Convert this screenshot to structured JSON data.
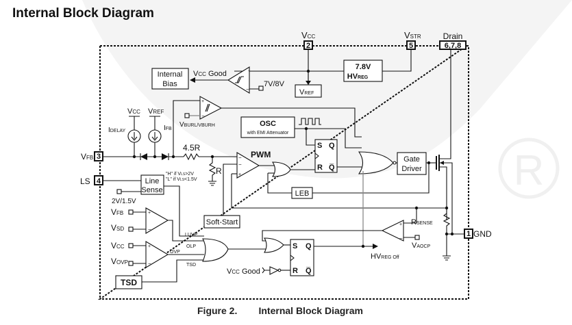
{
  "page": {
    "title": "Internal Block Diagram",
    "caption": {
      "figure": "Figure 2.",
      "text": "Internal Block Diagram"
    }
  },
  "pins": [
    {
      "name": "VCC",
      "label": "V",
      "sub": "CC",
      "number": "2"
    },
    {
      "name": "VSTR",
      "label": "V",
      "sub": "STR",
      "number": "5"
    },
    {
      "name": "Drain",
      "label": "Drain",
      "sub": "",
      "number": "6,7,8"
    },
    {
      "name": "VFB",
      "label": "V",
      "sub": "FB",
      "number": "3"
    },
    {
      "name": "LS",
      "label": "LS",
      "sub": "",
      "number": "4"
    },
    {
      "name": "GND",
      "label": "GND",
      "sub": "",
      "number": "1"
    }
  ],
  "blocks": {
    "internal_bias": [
      "Internal",
      "Bias"
    ],
    "hv_reg": {
      "value": "7.8V",
      "label": "HV",
      "sub": "REG"
    },
    "vref": {
      "label": "V",
      "sub": "REF"
    },
    "osc": {
      "title": "OSC",
      "subtitle": "with EMI Attenuator"
    },
    "gate_driver": [
      "Gate",
      "Driver"
    ],
    "line_sense": [
      "Line",
      "Sense"
    ],
    "leb": "LEB",
    "soft_start": "Soft-Start",
    "tsd": "TSD",
    "pwm": "PWM"
  },
  "labels": {
    "vcc_good": {
      "label": "V",
      "sub": "CC",
      "rest": " Good"
    },
    "uvlo_ref": "7V/8V",
    "burst_ref": {
      "label": "V",
      "sub": "BURL/VBURH"
    },
    "i_delay": {
      "label": "I",
      "sub": "DELAY"
    },
    "i_fb": {
      "label": "I",
      "sub": "FB"
    },
    "vcc_src": {
      "label": "V",
      "sub": "CC"
    },
    "vref_src": {
      "label": "V",
      "sub": "REF"
    },
    "res_45r": "4.5R",
    "res_r": "R",
    "ls_high": "\"H\" if Vₗₛ>2V",
    "ls_high_text": "\"H\" if V",
    "ls_high_sub": "LS",
    "ls_high_cond": ">2V",
    "ls_low_text": "\"L\" if V",
    "ls_low_sub": "LS",
    "ls_low_cond": "<1.5V",
    "ls_ref": "2V/1.5V",
    "sd_vfb": {
      "label": "V",
      "sub": "FB"
    },
    "sd_vsd": {
      "label": "V",
      "sub": "SD"
    },
    "ovp_vcc": {
      "label": "V",
      "sub": "CC"
    },
    "ovp_vovp": {
      "label": "V",
      "sub": "OVP"
    },
    "luvp": "LUVP",
    "olp": "OLP",
    "ovp": "OVP",
    "tsd_sig": "TSD",
    "vcc_good2": {
      "label": "V",
      "sub": "CC",
      "rest": " Good"
    },
    "hv_reg_off": {
      "label": "HV",
      "sub": "REG Off"
    },
    "r_sense": {
      "label": "R",
      "sub": "SENSE"
    },
    "v_aocp": {
      "label": "V",
      "sub": "AOCP"
    },
    "ff_s": "S",
    "ff_r": "R",
    "ff_q": "Q",
    "ff_qbar": "Q̅",
    "plus": "+",
    "minus": "−"
  },
  "colors": {
    "line": "#111111",
    "gray_wire": "#888888",
    "watermark": "#f3f3f3"
  }
}
